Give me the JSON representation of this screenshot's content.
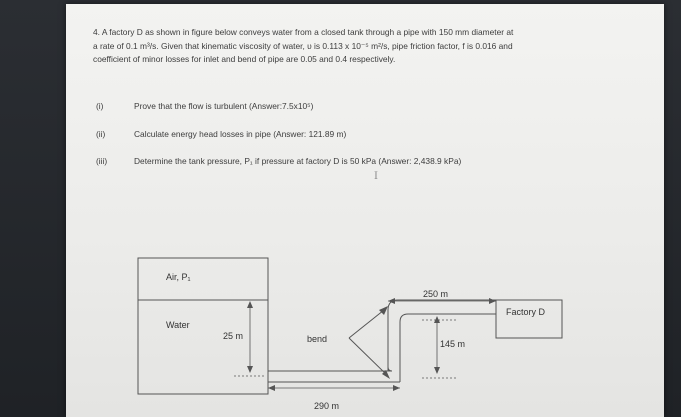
{
  "question": {
    "line1": "4. A factory D as shown in figure below conveys water from a closed tank through a pipe with 150 mm diameter at",
    "line2": "a rate of 0.1 m³/s. Given that kinematic viscosity of water, υ is 0.113 x 10⁻⁵ m²/s, pipe friction factor, f is 0.016 and",
    "line3": "coefficient of minor losses for inlet and bend of pipe are 0.05 and 0.4 respectively."
  },
  "parts": [
    {
      "num": "(i)",
      "text": "Prove that the flow is turbulent (Answer:7.5x10⁵)"
    },
    {
      "num": "(ii)",
      "text": "Calculate energy head losses in pipe (Answer: 121.89 m)"
    },
    {
      "num": "(iii)",
      "text": "Determine the tank pressure, P₁ if pressure at factory D is 50 kPa (Answer: 2,438.9 kPa)"
    }
  ],
  "figure": {
    "air_label": "Air, P₁",
    "water_label": "Water",
    "height_label": "25 m",
    "bend_label": "bend",
    "horizontal_length_label": "290 m",
    "top_length_label": "250 m",
    "vertical_length_label": "145 m",
    "factory_label": "Factory D"
  }
}
